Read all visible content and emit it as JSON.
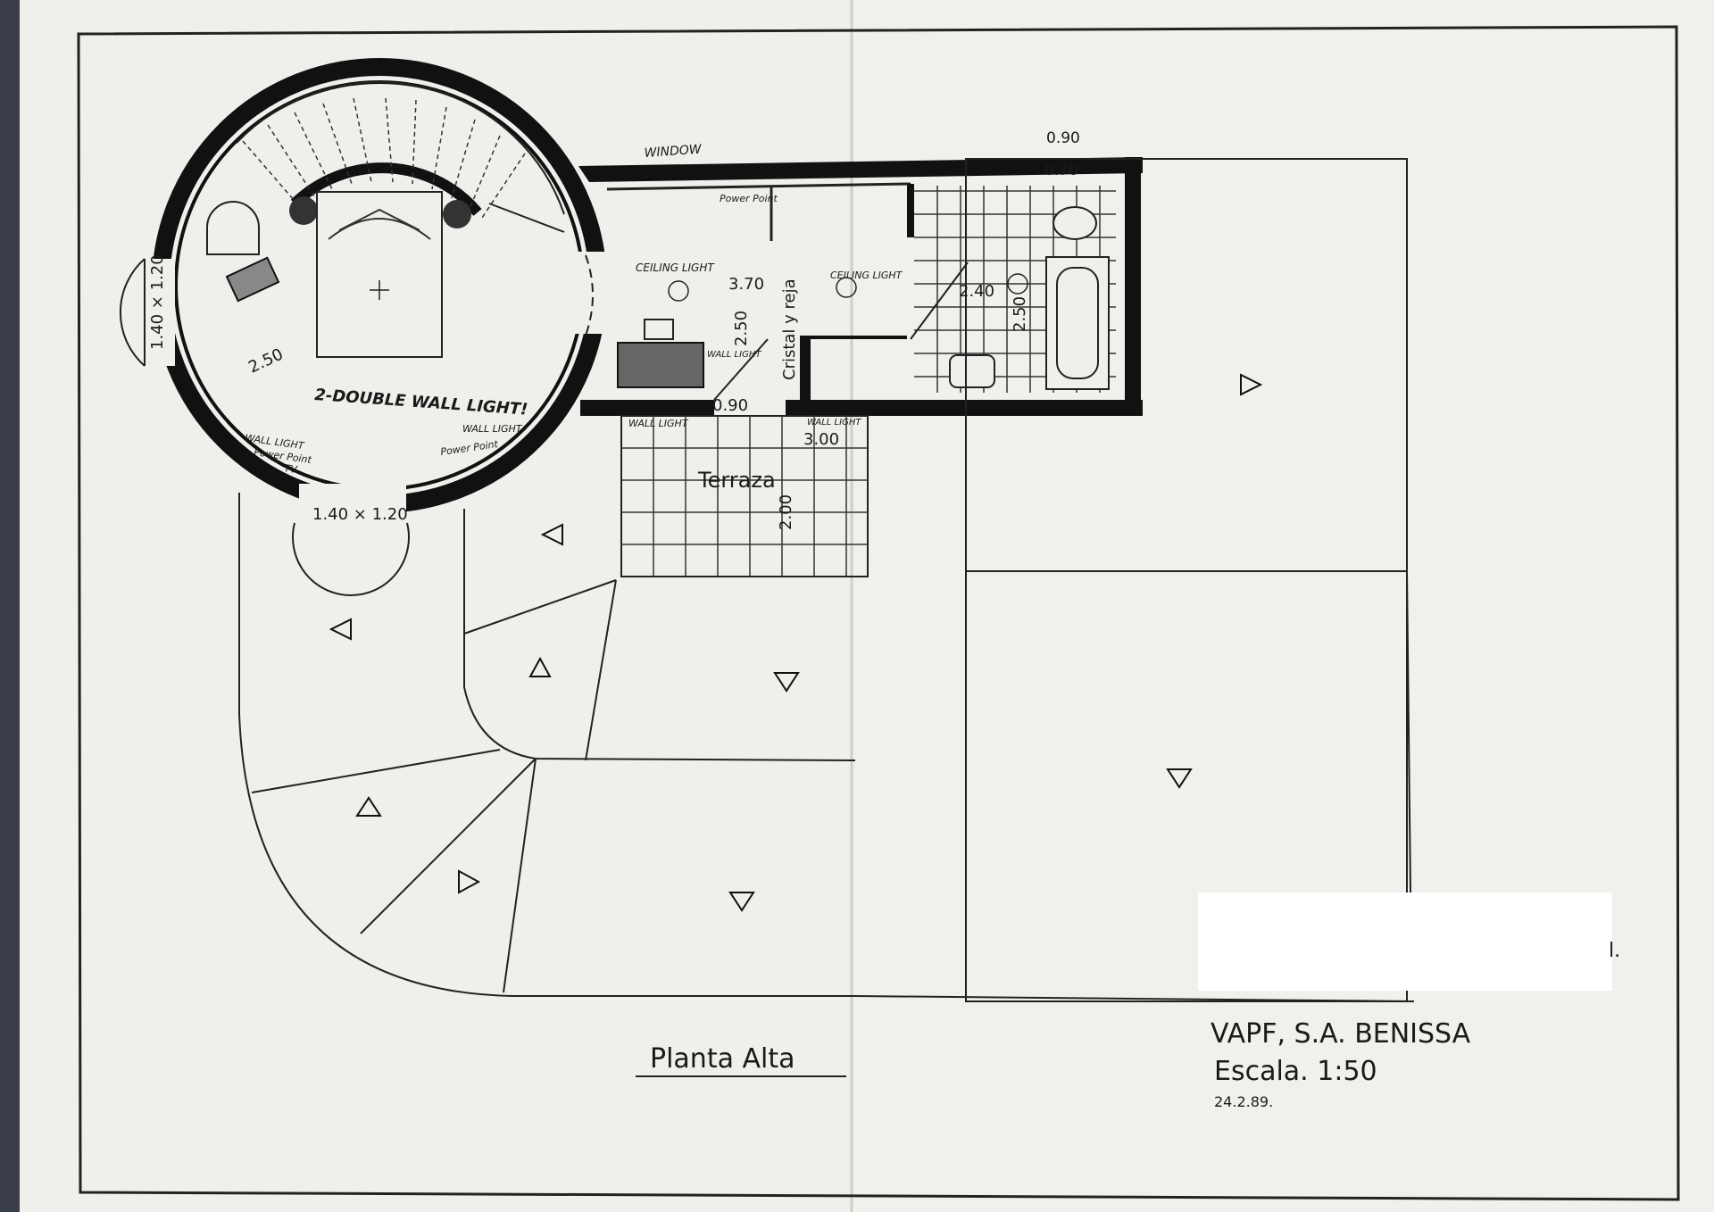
{
  "plan": {
    "title": "Planta Alta",
    "company": "VAPF, S.A. BENISSA",
    "scale": "Escala. 1:50",
    "date": "24.2.89."
  },
  "dims": {
    "bed_width": "2.50",
    "window_left": "1.40 × 1.20",
    "window_bottom": "1.40 × 1.20",
    "corridor_length": "3.70",
    "corridor_height": "2.50",
    "door": "0.90",
    "bath_opening": "0.90",
    "bath_door": "0.70",
    "bath_width": "2.40",
    "bath_height": "2.50",
    "terrace_width": "3.00",
    "terrace_depth": "2.00"
  },
  "labels": {
    "terrace": "Terraza",
    "glass_grille": "Cristal y reja",
    "fragment": "l."
  },
  "handwritten": {
    "window": "WINDOW",
    "power_point_top": "Power Point",
    "ceiling_light_1": "CEILING LIGHT",
    "ceiling_light_2": "CEILING LIGHT",
    "wall_light_desk": "WALL LIGHT",
    "wall_light_terrace": "WALL LIGHT",
    "wall_light_terrace_2": "WALL LIGHT",
    "bedroom_note": "2-DOUBLE WALL LIGHT!",
    "left_wall_light": "WALL LIGHT",
    "left_power_point": "Power Point",
    "tv": "TV",
    "right_wall_light": "WALL LIGHT",
    "right_power_point": "Power Point"
  }
}
